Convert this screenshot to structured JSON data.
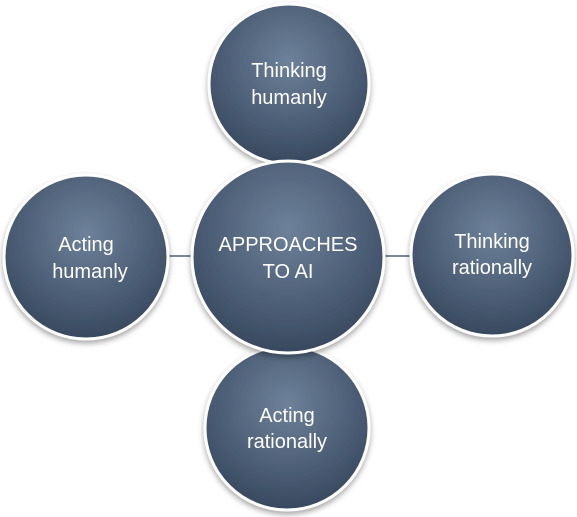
{
  "diagram": {
    "center": {
      "line1": "APPROACHES",
      "line2": "TO AI"
    },
    "top": {
      "line1": "Thinking",
      "line2": "humanly"
    },
    "right": {
      "line1": "Thinking",
      "line2": "rationally"
    },
    "bottom": {
      "line1": "Acting",
      "line2": "rationally"
    },
    "left": {
      "line1": "Acting",
      "line2": "humanly"
    }
  },
  "colors": {
    "node_top": "#6e819a",
    "node_mid": "#4e6078",
    "node_bottom": "#33445a",
    "connector": "#4f6178",
    "text": "#ffffff"
  }
}
